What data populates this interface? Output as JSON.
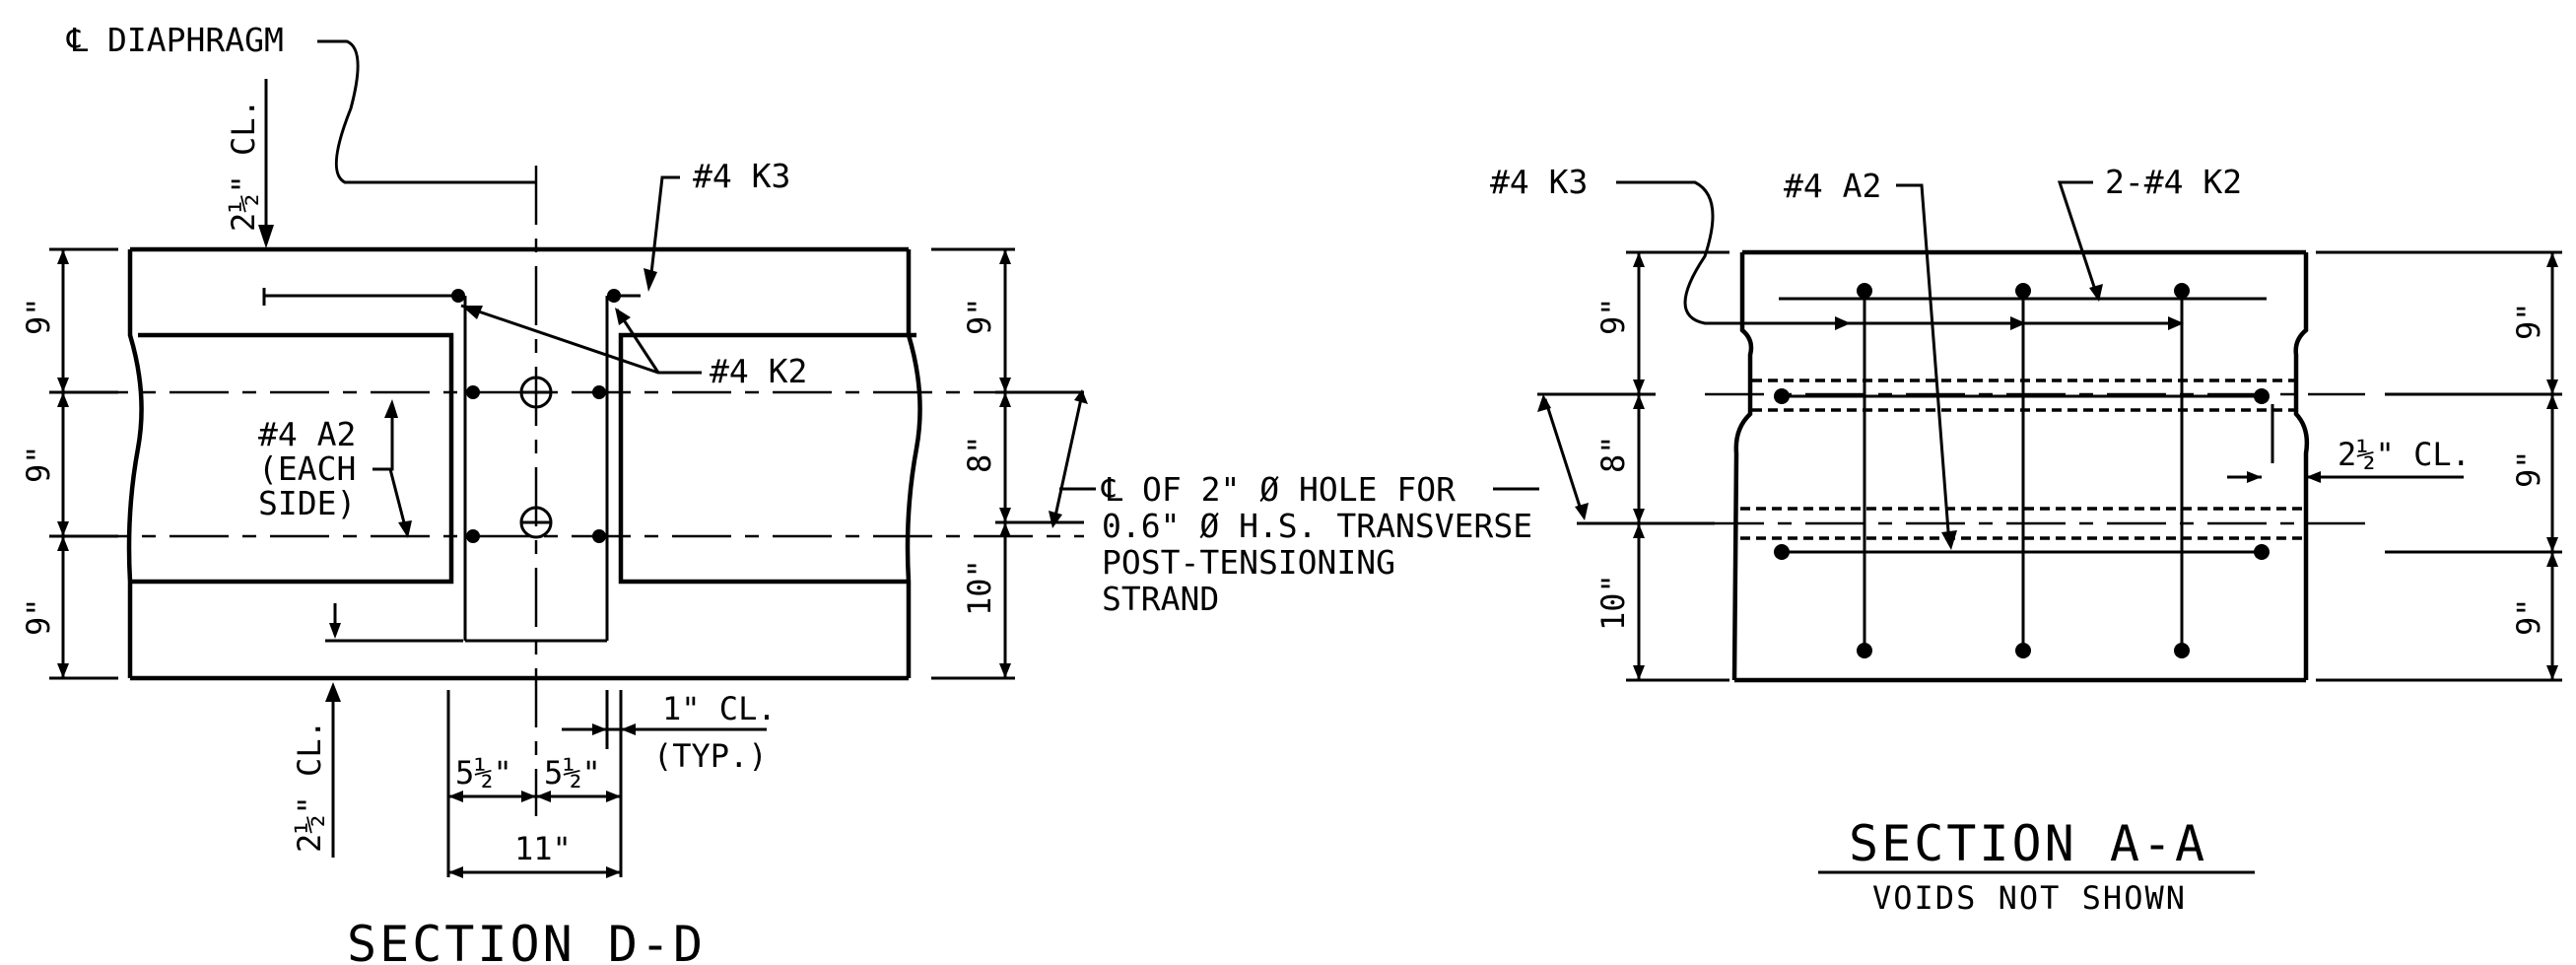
{
  "section_dd": {
    "title": "SECTION D-D",
    "cl_diaphragm": "℄ DIAPHRAGM",
    "top_clear": "2½\" CL.",
    "bottom_clear": "2½\" CL.",
    "k3_label": "#4 K3",
    "k2_label": "#4 K2",
    "a2_label_1": "#4 A2",
    "a2_label_2": "(EACH",
    "a2_label_3": "SIDE)",
    "left_dims": [
      "9\"",
      "9\"",
      "9\""
    ],
    "right_dims": [
      "9\"",
      "8\"",
      "10\""
    ],
    "bottom_dims": [
      "5½\"",
      "5½\""
    ],
    "total_width": "11\"",
    "side_clear_1": "1\" CL.",
    "side_clear_2": "(TYP.)",
    "hole_note": [
      "℄ OF 2\" Ø HOLE FOR",
      "0.6\" Ø H.S. TRANSVERSE",
      "POST-TENSIONING",
      "STRAND"
    ]
  },
  "section_aa": {
    "title": "SECTION A-A",
    "subtitle": "VOIDS NOT SHOWN",
    "k3_label": "#4 K3",
    "a2_label": "#4 A2",
    "k2_label": "2-#4 K2",
    "clear_label": "2½\" CL.",
    "left_dims": [
      "9\"",
      "8\"",
      "10\""
    ],
    "right_dims": [
      "9\"",
      "9\"",
      "9\""
    ]
  }
}
